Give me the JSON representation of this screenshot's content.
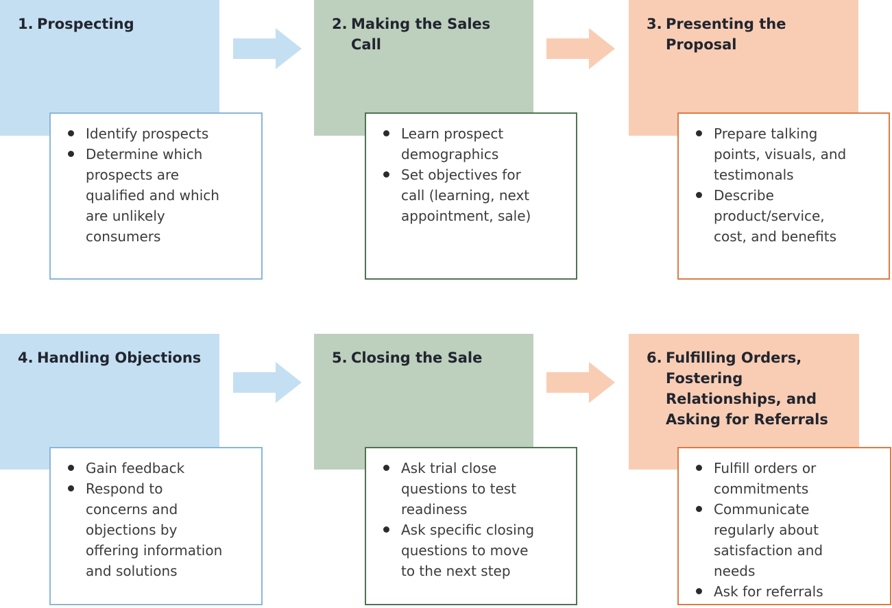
{
  "colors": {
    "blue_fill": "#c5dff2",
    "green_fill": "#bdcfbd",
    "orange_fill": "#f9cdb4",
    "blue_border": "#8ab6d9",
    "green_border": "#4f7352",
    "orange_border": "#df7a43",
    "heading_text": "#21252f",
    "bullet_text": "#3b3b3b",
    "bullet_dot": "#2b2b2b",
    "canvas_bg": "#ffffff"
  },
  "steps": [
    {
      "number": "1.",
      "title": "Prospecting",
      "theme": "blue",
      "bullets": [
        "Identify prospects",
        "Determine which prospects are qualified and which are unlikely consumers"
      ]
    },
    {
      "number": "2.",
      "title": "Making the Sales Call",
      "theme": "green",
      "bullets": [
        "Learn prospect demographics",
        "Set objectives for call (learning, next appointment, sale)"
      ]
    },
    {
      "number": "3.",
      "title": "Presenting the Proposal",
      "theme": "orange",
      "bullets": [
        "Prepare talking points, visuals, and testimonals",
        "Describe product/service, cost, and benefits"
      ]
    },
    {
      "number": "4.",
      "title": "Handling Objections",
      "theme": "blue",
      "bullets": [
        "Gain feedback",
        "Respond to concerns and objections by offering information and solutions"
      ]
    },
    {
      "number": "5.",
      "title": "Closing the Sale",
      "theme": "green",
      "bullets": [
        "Ask trial close questions to test readiness",
        "Ask specific closing questions to move to the next step"
      ]
    },
    {
      "number": "6.",
      "title": "Fulfilling Orders, Fostering Relationships, and Asking for Referrals",
      "theme": "orange",
      "bullets": [
        "Fulfill orders or commitments",
        "Communicate regularly about satisfaction and needs",
        "Ask for referrals"
      ]
    }
  ],
  "arrows": [
    {
      "from": "1",
      "to": "2",
      "color": "blue"
    },
    {
      "from": "2",
      "to": "3",
      "color": "orange"
    },
    {
      "from": "4",
      "to": "5",
      "color": "blue"
    },
    {
      "from": "5",
      "to": "6",
      "color": "orange"
    }
  ]
}
